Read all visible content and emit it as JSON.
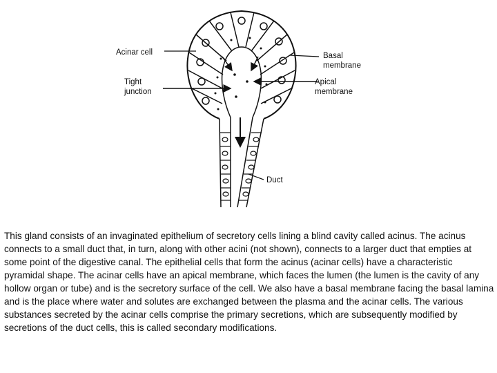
{
  "diagram": {
    "labels": {
      "acinar_cell": "Acinar cell",
      "tight_junction_line1": "Tight",
      "tight_junction_line2": "junction",
      "basal_line1": "Basal",
      "basal_line2": "membrane",
      "apical_line1": "Apical",
      "apical_line2": "membrane",
      "duct": "Duct"
    }
  },
  "caption": "This gland consists of an invaginated epithelium of secretory cells lining a blind cavity called acinus. The acinus connects to a small duct that, in turn, along with other acini (not shown), connects to a larger duct that empties at some point of the digestive canal. The epithelial cells that form the acinus (acinar cells) have a characteristic pyramidal shape. The acinar cells have an apical membrane, which faces the lumen (the lumen is the cavity of any hollow organ or tube) and is the secretory surface of the cell. We also have a basal membrane facing the basal lamina and is the place where water and solutes are exchanged between the plasma and the acinar cells. The various substances secreted by the acinar cells comprise the primary secretions, which are subsequently modified by secretions of the duct cells, this is called secondary modifications."
}
